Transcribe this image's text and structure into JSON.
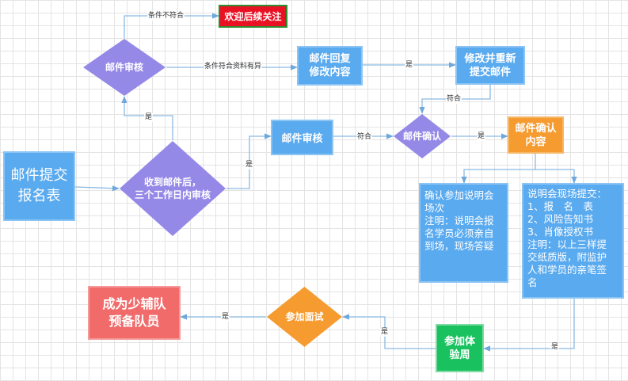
{
  "nodes": {
    "form": "邮件提交\n报名表",
    "review_diamond": "邮件审核",
    "welcome": "欢迎后续关注",
    "reply_box": "邮件回复\n修改内容",
    "resubmit_box": "修改并重新\n提交邮件",
    "received_diamond": "收到邮件后，\n三个工作日内审核",
    "review_box": "邮件审核",
    "confirm_diamond": "邮件确认",
    "confirm_content": "邮件确认\n内容",
    "confirm_session": "确认参加说明会\n场次\n注明：说明会报\n名学员必须亲自\n到场，现场答疑",
    "onsite_submit": "说明会现场提交：\n1、报　名　表\n2、风险告知书\n3、肖像授权书\n注明：以上三样提\n交纸质版，附监护\n人和学员的亲笔签\n名",
    "trial_week": "参加体\n验周",
    "interview_diamond": "参加面试",
    "final": "成为少辅队\n预备队员"
  },
  "edge_labels": {
    "not_met": "条件不符合",
    "met_with_issues": "条件符合资料有异",
    "yes_reply_to_resubmit": "是",
    "resubmit_to_confirm": "符合",
    "yes_received_up": "是",
    "yes_received_right": "是",
    "review_to_confirm": "符合",
    "yes_confirm": "是",
    "yes_to_trial": "是",
    "yes_trial_to_interview": "是",
    "yes_interview_to_final": "是"
  },
  "colors": {
    "box_blue": "#5aaaef",
    "box_blue_border": "#8cc4f4",
    "diamond_purple": "#9589e8",
    "red": "#e81224",
    "orange": "#f59b2f",
    "green": "#19c25f",
    "salmon": "#f26b6b",
    "edge": "#8bbbe2"
  }
}
